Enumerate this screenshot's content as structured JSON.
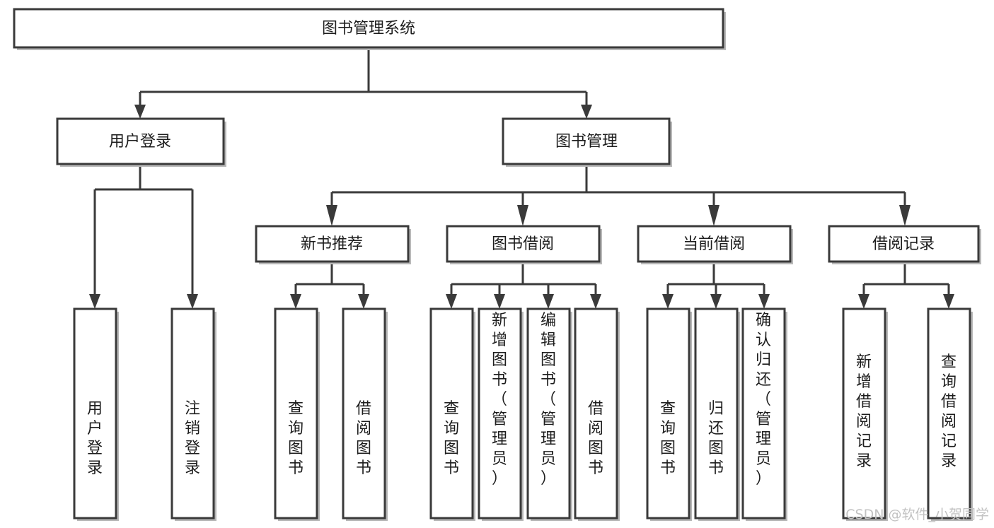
{
  "diagram": {
    "title": "图书管理系统",
    "type": "hierarchy-tree",
    "root": {
      "id": "root",
      "label": "图书管理系统",
      "orientation": "horizontal"
    },
    "level2": [
      {
        "id": "user-login",
        "label": "用户登录",
        "orientation": "horizontal"
      },
      {
        "id": "book-manage",
        "label": "图书管理",
        "orientation": "horizontal"
      }
    ],
    "level3": [
      {
        "id": "new-book-rec",
        "label": "新书推荐",
        "orientation": "horizontal",
        "parent": "book-manage"
      },
      {
        "id": "book-borrow",
        "label": "图书借阅",
        "orientation": "horizontal",
        "parent": "book-manage"
      },
      {
        "id": "current-borrow",
        "label": "当前借阅",
        "orientation": "horizontal",
        "parent": "book-manage"
      },
      {
        "id": "borrow-record",
        "label": "借阅记录",
        "orientation": "horizontal",
        "parent": "book-manage"
      }
    ],
    "leaves": [
      {
        "id": "leaf-user-login",
        "label": "用户登录",
        "orientation": "vertical",
        "parent": "user-login"
      },
      {
        "id": "leaf-user-logout",
        "label": "注销登录",
        "orientation": "vertical",
        "parent": "user-login"
      },
      {
        "id": "leaf-query-book-1",
        "label": "查询图书",
        "orientation": "vertical",
        "parent": "new-book-rec"
      },
      {
        "id": "leaf-borrow-book-1",
        "label": "借阅图书",
        "orientation": "vertical",
        "parent": "new-book-rec"
      },
      {
        "id": "leaf-query-book-2",
        "label": "查询图书",
        "orientation": "vertical",
        "parent": "book-borrow"
      },
      {
        "id": "leaf-add-book",
        "label": "新增图书（管理员）",
        "orientation": "vertical",
        "parent": "book-borrow"
      },
      {
        "id": "leaf-edit-book",
        "label": "编辑图书（管理员）",
        "orientation": "vertical",
        "parent": "book-borrow"
      },
      {
        "id": "leaf-borrow-book-2",
        "label": "借阅图书",
        "orientation": "vertical",
        "parent": "book-borrow"
      },
      {
        "id": "leaf-query-book-3",
        "label": "查询图书",
        "orientation": "vertical",
        "parent": "current-borrow"
      },
      {
        "id": "leaf-return-book",
        "label": "归还图书",
        "orientation": "vertical",
        "parent": "current-borrow"
      },
      {
        "id": "leaf-confirm-return",
        "label": "确认归还（管理员）",
        "orientation": "vertical",
        "parent": "current-borrow"
      },
      {
        "id": "leaf-add-record",
        "label": "新增借阅记录",
        "orientation": "vertical",
        "parent": "borrow-record"
      },
      {
        "id": "leaf-query-record",
        "label": "查询借阅记录",
        "orientation": "vertical",
        "parent": "borrow-record"
      }
    ]
  },
  "watermark": {
    "text": "CSDN @软件_小贺同学"
  },
  "colors": {
    "box_stroke": "#3a3a3a",
    "box_fill": "#ffffff",
    "text": "#1d1d1d",
    "watermark": "#c2c2c2",
    "background": "#ffffff"
  }
}
